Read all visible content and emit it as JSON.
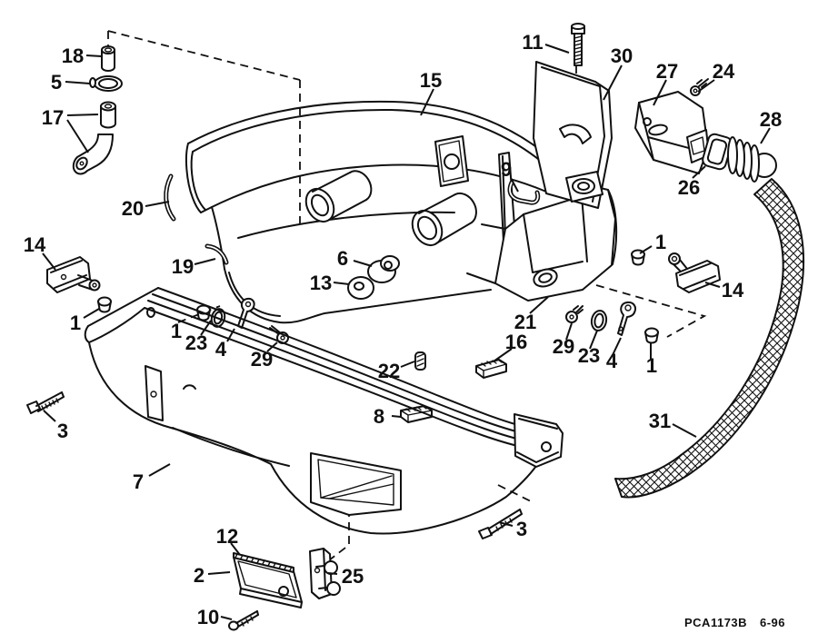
{
  "diagram": {
    "type": "exploded-parts-diagram",
    "footer_code": "PCA1173B",
    "footer_date": "6-96",
    "ink_color": "#111111",
    "background_color": "#ffffff"
  },
  "callouts": [
    {
      "label": "18"
    },
    {
      "label": "5"
    },
    {
      "label": "17"
    },
    {
      "label": "20"
    },
    {
      "label": "14"
    },
    {
      "label": "19"
    },
    {
      "label": "1"
    },
    {
      "label": "15"
    },
    {
      "label": "11"
    },
    {
      "label": "30"
    },
    {
      "label": "27"
    },
    {
      "label": "24"
    },
    {
      "label": "28"
    },
    {
      "label": "26"
    },
    {
      "label": "9"
    },
    {
      "label": "6"
    },
    {
      "label": "13"
    },
    {
      "label": "1"
    },
    {
      "label": "14"
    },
    {
      "label": "21"
    },
    {
      "label": "16"
    },
    {
      "label": "29"
    },
    {
      "label": "23"
    },
    {
      "label": "4"
    },
    {
      "label": "1"
    },
    {
      "label": "1"
    },
    {
      "label": "23"
    },
    {
      "label": "4"
    },
    {
      "label": "29"
    },
    {
      "label": "22"
    },
    {
      "label": "8"
    },
    {
      "label": "3"
    },
    {
      "label": "7"
    },
    {
      "label": "12"
    },
    {
      "label": "2"
    },
    {
      "label": "25"
    },
    {
      "label": "10"
    },
    {
      "label": "3"
    },
    {
      "label": "31"
    }
  ]
}
